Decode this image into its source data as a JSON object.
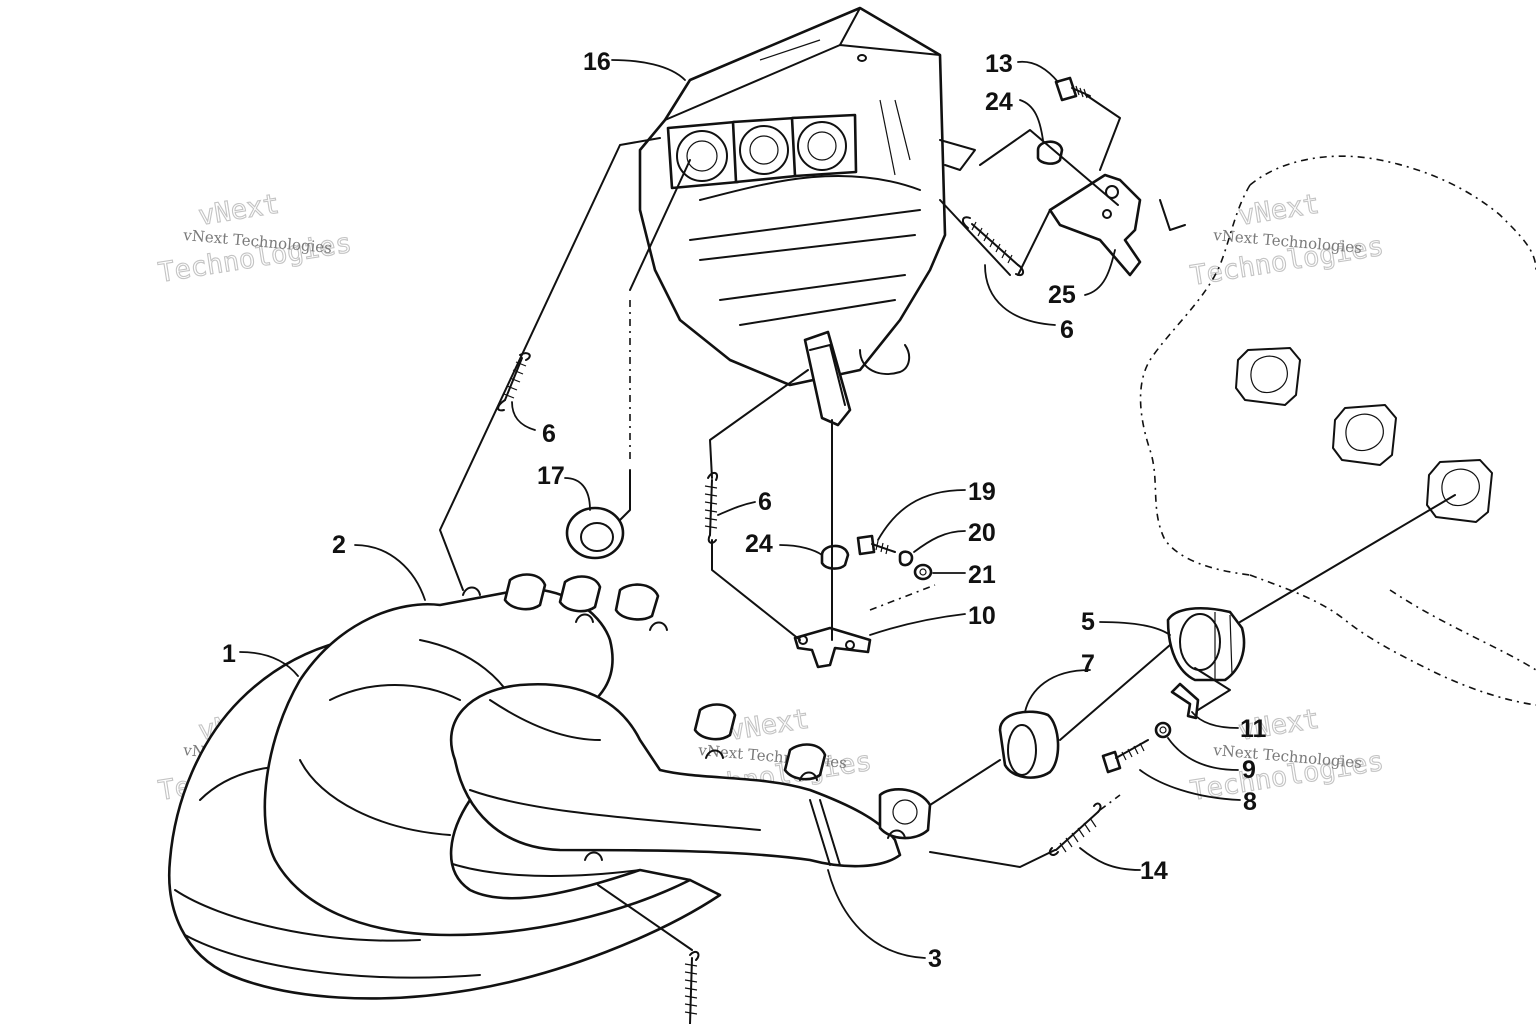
{
  "watermark": {
    "small_text": "vNext Technologies",
    "big_line1": "vNext",
    "big_line2": "Technologies"
  },
  "callouts": [
    {
      "id": "c1",
      "label": "1"
    },
    {
      "id": "c2",
      "label": "2"
    },
    {
      "id": "c3",
      "label": "3"
    },
    {
      "id": "c5",
      "label": "5"
    },
    {
      "id": "c6a",
      "label": "6"
    },
    {
      "id": "c6b",
      "label": "6"
    },
    {
      "id": "c6c",
      "label": "6"
    },
    {
      "id": "c7",
      "label": "7"
    },
    {
      "id": "c8",
      "label": "8"
    },
    {
      "id": "c9",
      "label": "9"
    },
    {
      "id": "c10",
      "label": "10"
    },
    {
      "id": "c11",
      "label": "11"
    },
    {
      "id": "c13",
      "label": "13"
    },
    {
      "id": "c14",
      "label": "14"
    },
    {
      "id": "c16",
      "label": "16"
    },
    {
      "id": "c17",
      "label": "17"
    },
    {
      "id": "c19",
      "label": "19"
    },
    {
      "id": "c20",
      "label": "20"
    },
    {
      "id": "c21",
      "label": "21"
    },
    {
      "id": "c24a",
      "label": "24"
    },
    {
      "id": "c24b",
      "label": "24"
    },
    {
      "id": "c25",
      "label": "25"
    }
  ]
}
